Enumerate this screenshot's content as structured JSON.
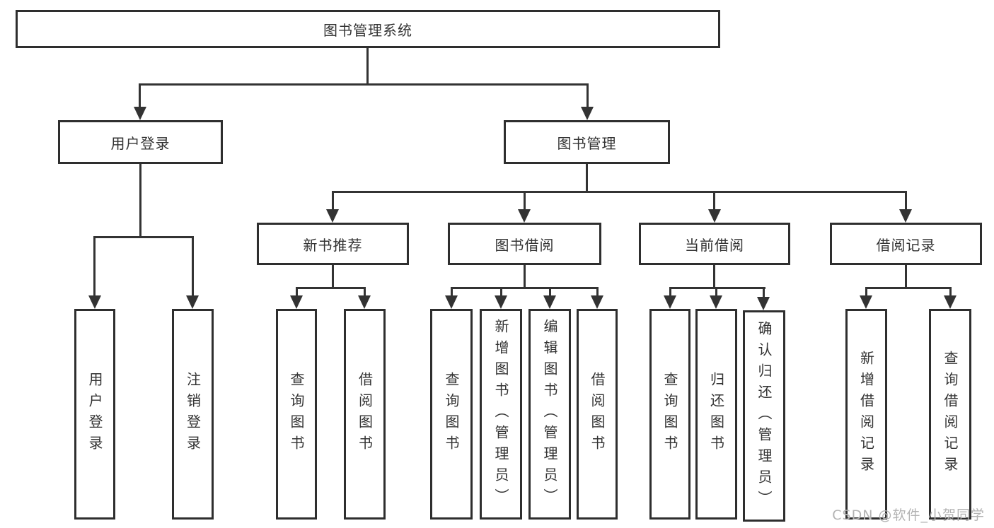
{
  "nodes": {
    "root": "图书管理系统",
    "level2": [
      "用户登录",
      "图书管理"
    ],
    "level3": [
      "新书推荐",
      "图书借阅",
      "当前借阅",
      "借阅记录"
    ],
    "leaves": {
      "user_login": [
        "用户登录",
        "注销登录"
      ],
      "new_books": [
        "查询图书",
        "借阅图书"
      ],
      "book_borrowing": [
        "查询图书",
        "新增图书（管理员）",
        "编辑图书（管理员）",
        "借阅图书"
      ],
      "current_borrowing": [
        "查询图书",
        "归还图书",
        "确认归还（管理员）"
      ],
      "borrowing_records": [
        "新增借阅记录",
        "查询借阅记录"
      ]
    }
  },
  "watermark": "CSDN @软件_小贺同学",
  "colors": {
    "line": "#333333",
    "border": "#2e2e2e",
    "text": "#333333",
    "watermark": "#b3b3b3",
    "background": "#ffffff"
  }
}
